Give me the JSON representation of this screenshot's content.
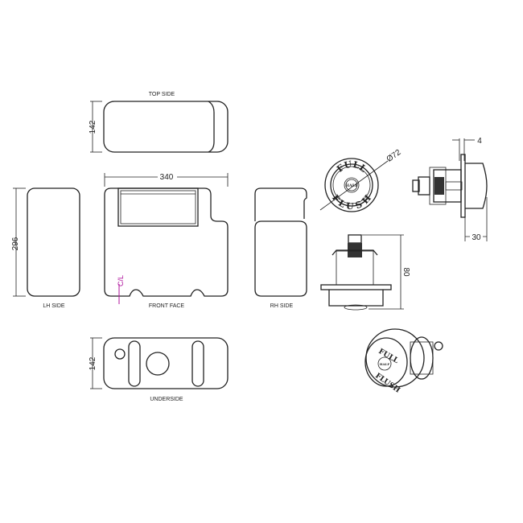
{
  "views": {
    "top_side": {
      "label": "TOP SIDE",
      "dimension": "142"
    },
    "front_face": {
      "label": "FRONT FACE",
      "dimension_width": "340",
      "centerline": "C/L"
    },
    "lh_side": {
      "label": "LH SIDE",
      "dimension_height": "296"
    },
    "rh_side": {
      "label": "RH SIDE"
    },
    "underside": {
      "label": "UNDERSIDE",
      "dimension": "142"
    }
  },
  "button": {
    "diameter": "Ø72",
    "top_text": "FULL",
    "bottom_text": "FLUSH",
    "center_text": "HALF",
    "side_depth": "30",
    "flange_thickness": "4",
    "height": "80"
  },
  "colors": {
    "line": "#222222",
    "centerline": "#b0169e",
    "background": "#ffffff"
  }
}
